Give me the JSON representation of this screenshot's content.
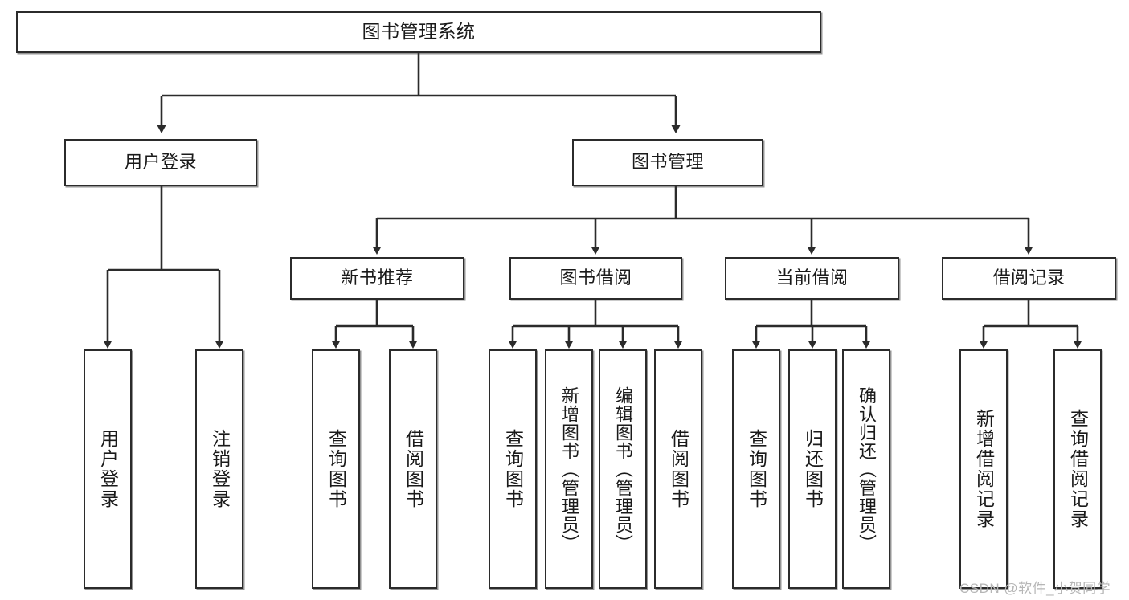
{
  "diagram": {
    "title": "图书管理系统",
    "type": "tree-hierarchy-diagram",
    "colors": {
      "stroke": "#2b2b2b",
      "fill": "#ffffff",
      "text": "#1a1a1a",
      "watermark": "#b6b6b6"
    },
    "levels": {
      "root": {
        "label": "图书管理系统"
      },
      "level2": [
        {
          "label": "用户登录"
        },
        {
          "label": "图书管理"
        }
      ],
      "level3": [
        {
          "label": "新书推荐"
        },
        {
          "label": "图书借阅"
        },
        {
          "label": "当前借阅"
        },
        {
          "label": "借阅记录"
        }
      ],
      "leaves": [
        {
          "label": "用户登录",
          "parent": "用户登录"
        },
        {
          "label": "注销登录",
          "parent": "用户登录"
        },
        {
          "label": "查询图书",
          "parent": "新书推荐"
        },
        {
          "label": "借阅图书",
          "parent": "新书推荐"
        },
        {
          "label": "查询图书",
          "parent": "图书借阅"
        },
        {
          "label": "新增图书（管理员）",
          "parent": "图书借阅"
        },
        {
          "label": "编辑图书（管理员）",
          "parent": "图书借阅"
        },
        {
          "label": "借阅图书",
          "parent": "图书借阅"
        },
        {
          "label": "查询图书",
          "parent": "当前借阅"
        },
        {
          "label": "归还图书",
          "parent": "当前借阅"
        },
        {
          "label": "确认归还（管理员）",
          "parent": "当前借阅"
        },
        {
          "label": "新增借阅记录",
          "parent": "借阅记录"
        },
        {
          "label": "查询借阅记录",
          "parent": "借阅记录"
        }
      ]
    },
    "watermark": "CSDN @软件_小贺同学"
  }
}
